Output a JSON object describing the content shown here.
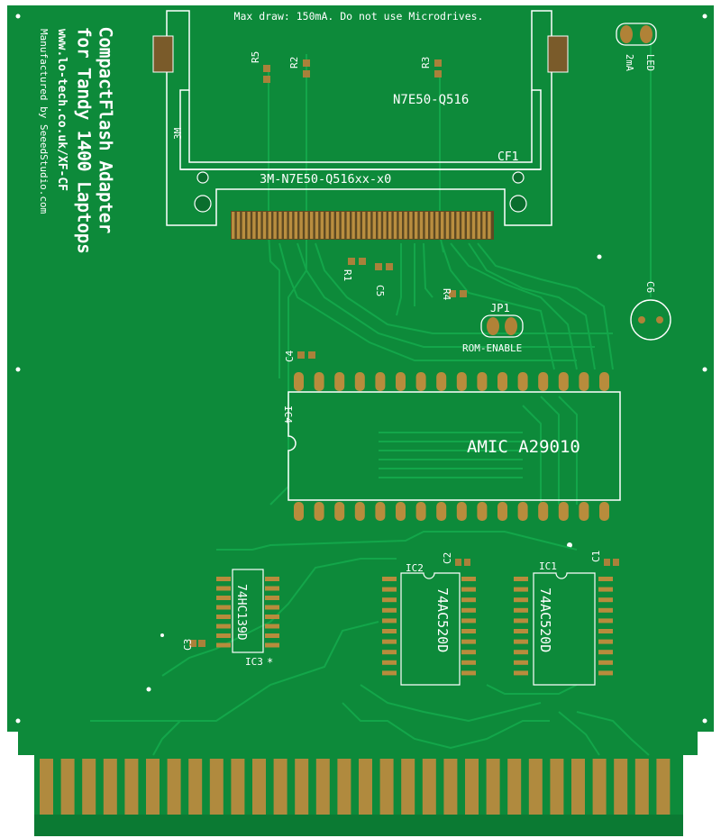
{
  "board": {
    "notice": "Max draw: 150mA.  Do not use Microdrives.",
    "title": "CompactFlash Adapter",
    "subtitle": "for Tandy 1400 Laptops",
    "url": "www.lo-tech.co.uk/XF-CF",
    "manufacturer": "Manufactured by SeeedStudio.com"
  },
  "cf": {
    "vendor": "3M",
    "part": "N7E50-Q516",
    "part_full": "3M-N7E50-Q516xx-x0",
    "designator": "CF1"
  },
  "resistors": [
    "R5",
    "R2",
    "R3",
    "R1",
    "R4"
  ],
  "capacitors": [
    "C5",
    "C4",
    "C6",
    "C2",
    "C1",
    "C3"
  ],
  "led": {
    "label": "LED",
    "current": "2mA"
  },
  "jumper": {
    "designator": "JP1",
    "label": "ROM-ENABLE"
  },
  "chips": {
    "ic4": {
      "designator": "IC4",
      "part": "AMIC A29010"
    },
    "ic3": {
      "designator": "IC3",
      "part": "74HC139D"
    },
    "ic2": {
      "designator": "IC2",
      "part": "74AC520D"
    },
    "ic1": {
      "designator": "IC1",
      "part": "74AC520D"
    }
  },
  "colors": {
    "pcb": "#0d8a3a",
    "pcb_dark": "#0a7430",
    "trace": "#11a046",
    "gold": "#b88c3c",
    "silkscreen": "#ffffff"
  }
}
